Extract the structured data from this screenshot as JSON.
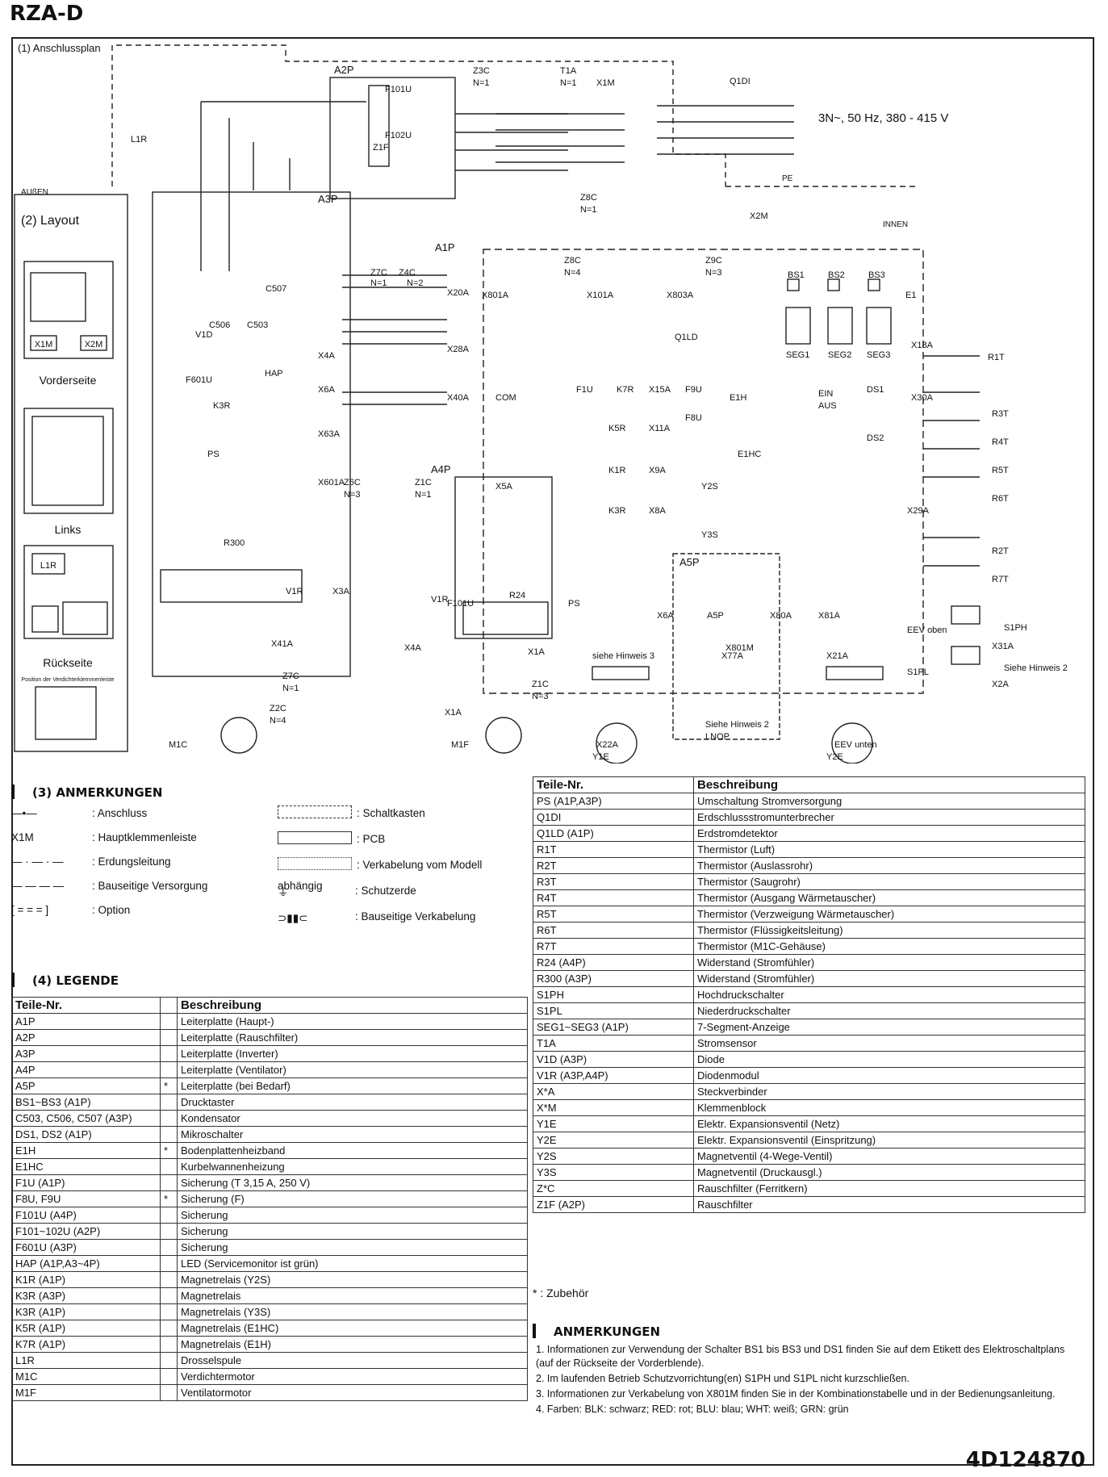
{
  "title": "RZA-D",
  "doc_number": "4D124870",
  "diagram": {
    "sec1": "(1) Anschlussplan",
    "sec2": "(2) Layout",
    "supply": "3N~, 50 Hz, 380 - 415 V",
    "outdoor_label": "AUßEN",
    "indoor_label": "INNEN",
    "pe": "PE",
    "board_labels": {
      "a1p": "A1P",
      "a2p": "A2P",
      "a3p": "A3P",
      "a4p": "A4P",
      "a5p": "A5P"
    },
    "component_labels": [
      "Z3C",
      "N=1",
      "T1A",
      "N=1",
      "X1M",
      "Q1DI",
      "L1R",
      "Z1F",
      "F101U",
      "F102U",
      "Z8C",
      "N=1",
      "Z8C",
      "N=4",
      "X2M",
      "Z9C",
      "N=3",
      "Z7C",
      "N=1",
      "Z4C",
      "N=2",
      "X801A",
      "X101A",
      "X803A",
      "Q1LD",
      "BS1",
      "BS2",
      "BS3",
      "E1",
      "SEG1",
      "SEG2",
      "SEG3",
      "X18A",
      "R1T",
      "X30A",
      "R3T",
      "R4T",
      "R5T",
      "R6T",
      "DS1",
      "DS2",
      "EIN",
      "AUS",
      "X15A",
      "K7R",
      "E1H",
      "F9U",
      "F8U",
      "X11A",
      "K5R",
      "E1HC",
      "X9A",
      "K1R",
      "Y2S",
      "X8A",
      "K3R",
      "Y3S",
      "X29A",
      "R2T",
      "R7T",
      "X5A",
      "Z6C",
      "N=3",
      "Z1C",
      "N=1",
      "V1D",
      "C506",
      "C503",
      "C507",
      "F601U",
      "K3R",
      "HAP",
      "X4A",
      "X6A",
      "X63A",
      "X601A",
      "X20A",
      "X28A",
      "X40A",
      "V1R",
      "R300",
      "X3A",
      "X41A",
      "Z7C",
      "N=1",
      "X4A",
      "F101U",
      "R24",
      "V1R",
      "X1A",
      "Z1C",
      "N=3",
      "X1A",
      "M1C",
      "M1F",
      "Z2C",
      "N=4",
      "PS",
      "PS",
      "F1U",
      "X6A",
      "A5P",
      "X80A",
      "X81A",
      "X77A",
      "X801M",
      "siehe Hinweis 3",
      "X21A",
      "X22A",
      "Y1E",
      "EEV unten",
      "Y2E",
      "EEV oben",
      "X31A",
      "S1PL",
      "X2A",
      "S1PH",
      "Siehe Hinweis 2",
      "Siehe Hinweis 2",
      "LNOP",
      "COM"
    ],
    "layout": {
      "front": "Vorderseite",
      "left": "Links",
      "back": "Rückseite",
      "pos": "Position der Verdichterklemmenleiste",
      "x1m": "X1M",
      "x2m": "X2M",
      "l1r": "L1R"
    }
  },
  "notes_section": {
    "header": "(3) ANMERKUNGEN",
    "left": [
      {
        "symbol": "X1M-dot",
        "text": ": Anschluss"
      },
      {
        "symbol": "X1M",
        "text": ": Hauptklemmenleiste"
      },
      {
        "symbol": "dash-dot",
        "text": ": Erdungsleitung"
      },
      {
        "symbol": "dashed",
        "text": ": Bauseitige Versorgung"
      },
      {
        "symbol": "option-box",
        "text": ": Option"
      }
    ],
    "right": [
      {
        "text": ": Schaltkasten"
      },
      {
        "text": ": PCB"
      },
      {
        "text": ": Verkabelung vom Modell abhängig"
      },
      {
        "text": ": Schutzerde"
      },
      {
        "text": ": Bauseitige Verkabelung"
      }
    ]
  },
  "legend": {
    "header": "(4) LEGENDE",
    "col_part": "Teile-Nr.",
    "col_desc": "Beschreibung",
    "rows_left": [
      [
        "A1P",
        "",
        "Leiterplatte (Haupt-)"
      ],
      [
        "A2P",
        "",
        "Leiterplatte (Rauschfilter)"
      ],
      [
        "A3P",
        "",
        "Leiterplatte (Inverter)"
      ],
      [
        "A4P",
        "",
        "Leiterplatte (Ventilator)"
      ],
      [
        "A5P",
        "*",
        "Leiterplatte (bei Bedarf)"
      ],
      [
        "BS1~BS3 (A1P)",
        "",
        "Drucktaster"
      ],
      [
        "C503, C506, C507 (A3P)",
        "",
        "Kondensator"
      ],
      [
        "DS1, DS2 (A1P)",
        "",
        "Mikroschalter"
      ],
      [
        "E1H",
        "*",
        "Bodenplattenheizband"
      ],
      [
        "E1HC",
        "",
        "Kurbelwannenheizung"
      ],
      [
        "F1U (A1P)",
        "",
        "Sicherung (T 3,15 A, 250 V)"
      ],
      [
        "F8U, F9U",
        "*",
        "Sicherung (F)"
      ],
      [
        "F101U (A4P)",
        "",
        "Sicherung"
      ],
      [
        "F101~102U (A2P)",
        "",
        "Sicherung"
      ],
      [
        "F601U (A3P)",
        "",
        "Sicherung"
      ],
      [
        "HAP (A1P,A3~4P)",
        "",
        "LED (Servicemonitor ist grün)"
      ],
      [
        "K1R (A1P)",
        "",
        "Magnetrelais (Y2S)"
      ],
      [
        "K3R (A3P)",
        "",
        "Magnetrelais"
      ],
      [
        "K3R (A1P)",
        "",
        "Magnetrelais (Y3S)"
      ],
      [
        "K5R (A1P)",
        "",
        "Magnetrelais (E1HC)"
      ],
      [
        "K7R (A1P)",
        "",
        "Magnetrelais (E1H)"
      ],
      [
        "L1R",
        "",
        "Drosselspule"
      ],
      [
        "M1C",
        "",
        "Verdichtermotor"
      ],
      [
        "M1F",
        "",
        "Ventilatormotor"
      ]
    ],
    "rows_right": [
      [
        "PS (A1P,A3P)",
        "Umschaltung Stromversorgung"
      ],
      [
        "Q1DI",
        "Erdschlussstromunterbrecher"
      ],
      [
        "Q1LD (A1P)",
        "Erdstromdetektor"
      ],
      [
        "R1T",
        "Thermistor (Luft)"
      ],
      [
        "R2T",
        "Thermistor (Auslassrohr)"
      ],
      [
        "R3T",
        "Thermistor (Saugrohr)"
      ],
      [
        "R4T",
        "Thermistor (Ausgang Wärmetauscher)"
      ],
      [
        "R5T",
        "Thermistor (Verzweigung Wärmetauscher)"
      ],
      [
        "R6T",
        "Thermistor (Flüssigkeitsleitung)"
      ],
      [
        "R7T",
        "Thermistor (M1C-Gehäuse)"
      ],
      [
        "R24 (A4P)",
        "Widerstand (Stromfühler)"
      ],
      [
        "R300 (A3P)",
        "Widerstand (Stromfühler)"
      ],
      [
        "S1PH",
        "Hochdruckschalter"
      ],
      [
        "S1PL",
        "Niederdruckschalter"
      ],
      [
        "SEG1~SEG3 (A1P)",
        "7-Segment-Anzeige"
      ],
      [
        "T1A",
        "Stromsensor"
      ],
      [
        "V1D (A3P)",
        "Diode"
      ],
      [
        "V1R (A3P,A4P)",
        "Diodenmodul"
      ],
      [
        "X*A",
        "Steckverbinder"
      ],
      [
        "X*M",
        "Klemmenblock"
      ],
      [
        "Y1E",
        "Elektr. Expansionsventil (Netz)"
      ],
      [
        "Y2E",
        "Elektr. Expansionsventil (Einspritzung)"
      ],
      [
        "Y2S",
        "Magnetventil (4-Wege-Ventil)"
      ],
      [
        "Y3S",
        "Magnetventil (Druckausgl.)"
      ],
      [
        "Z*C",
        "Rauschfilter (Ferritkern)"
      ],
      [
        "Z1F (A2P)",
        "Rauschfilter"
      ]
    ],
    "footnote": "* : Zubehör"
  },
  "remarks": {
    "header": "ANMERKUNGEN",
    "items": [
      "1.  Informationen zur Verwendung der Schalter BS1 bis BS3 und DS1 finden Sie auf dem Etikett des Elektroschaltplans (auf der Rückseite der Vorderblende).",
      "2.  Im laufenden Betrieb Schutzvorrichtung(en) S1PH und S1PL nicht kurzschließen.",
      "3.  Informationen zur Verkabelung von X801M finden Sie in der Kombinationstabelle und in der Bedienungsanleitung.",
      "4.  Farben: BLK: schwarz; RED: rot; BLU: blau; WHT: weiß; GRN: grün"
    ]
  }
}
